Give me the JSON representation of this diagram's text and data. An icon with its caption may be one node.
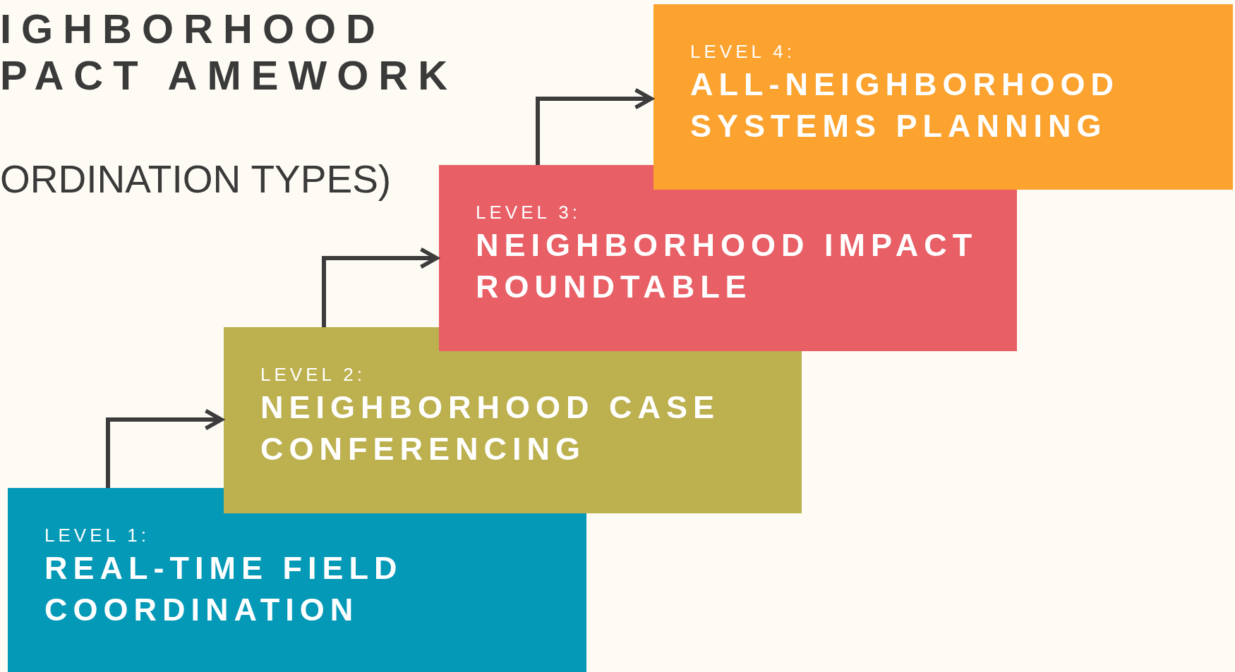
{
  "diagram": {
    "title": "IGHBORHOOD PACT AMEWORK",
    "nodes": [
      {
        "text": [
          "LEVEL 1:",
          "REAL-TIME FIELD COORDINATION"
        ]
      },
      {
        "text": [
          "LEVEL 2:",
          "NEIGHBORHOOD CASE CONFERENCING"
        ]
      },
      {
        "text": [
          "LEVEL 3:",
          "NEIGHBORHOOD IMPACT ROUNDTABLE"
        ]
      },
      {
        "text": [
          "LEVEL 4:",
          "ALL-NEIGHBORHOOD SYSTEMS PLANNING"
        ]
      }
    ],
    "edges": [
      {
        "from": 0,
        "to": 1,
        "arrow": "to"
      },
      {
        "from": 1,
        "to": 2,
        "arrow": "to"
      },
      {
        "from": 2,
        "to": 3,
        "arrow": "to"
      }
    ],
    "labels": [
      "ORDINATION TYPES)"
    ]
  }
}
